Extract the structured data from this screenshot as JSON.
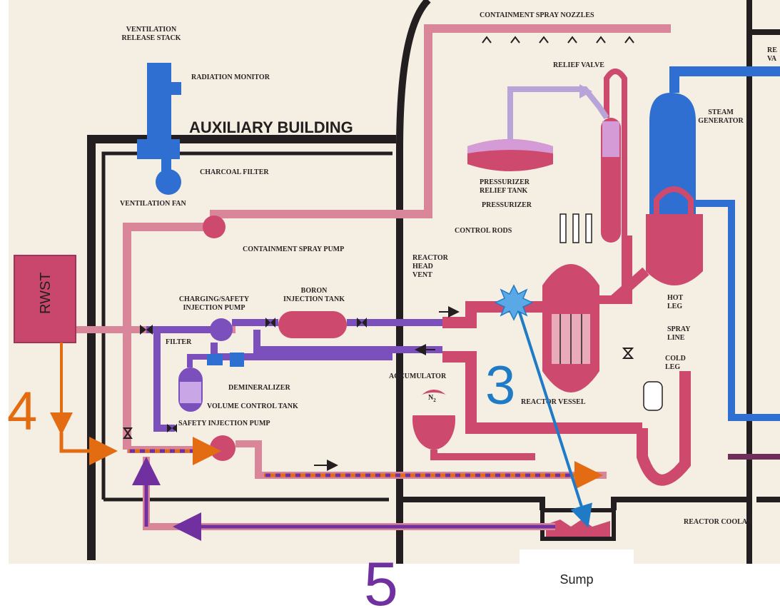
{
  "labels": {
    "ventilation_release_stack": [
      "VENTILATION",
      "RELEASE STACK"
    ],
    "radiation_monitor": "RADIATION MONITOR",
    "auxiliary_building": "AUXILIARY BUILDING",
    "charcoal_filter": "CHARCOAL FILTER",
    "ventilation_fan": "VENTILATION FAN",
    "containment_spray_nozzles": "CONTAINMENT SPRAY NOZZLES",
    "relief_valve": "RELIEF VALVE",
    "relief_valve_right_partial": [
      "RE",
      "VA"
    ],
    "steam_generator": [
      "STEAM",
      "GENERATOR"
    ],
    "pressurizer_relief_tank": [
      "PRESSURIZER",
      "RELIEF TANK"
    ],
    "pressurizer": "PRESSURIZER",
    "control_rods": "CONTROL RODS",
    "containment_spray_pump": "CONTAINMENT SPRAY PUMP",
    "reactor_head_vent": [
      "REACTOR",
      "HEAD",
      "VENT"
    ],
    "charging_safety_injection_pump": [
      "CHARGING/SAFETY",
      "INJECTION PUMP"
    ],
    "boron_injection_tank": [
      "BORON",
      "INJECTION TANK"
    ],
    "hot_leg": [
      "HOT",
      "LEG"
    ],
    "spray_line": [
      "SPRAY",
      "LINE"
    ],
    "cold_leg": [
      "COLD",
      "LEG"
    ],
    "filter": "FILTER",
    "accumulator": "ACCUMULATOR",
    "n2": "N",
    "n2_subscript": "2",
    "demineralizer": "DEMINERALIZER",
    "volume_control_tank": "VOLUME CONTROL TANK",
    "reactor_vessel": "REACTOR VESSEL",
    "safety_injection_pump": "SAFETY INJECTION PUMP",
    "reactor_coolant": "REACTOR COOLAN"
  },
  "overlay": {
    "rwst": "RWST",
    "step_3": "3",
    "step_4": "4",
    "step_5": "5",
    "sump": "Sump"
  },
  "colors": {
    "building_wall": "#231f20",
    "coolant_pink": "#cd4a6e",
    "pipe_pink": "#d9869a",
    "pipe_purple": "#7b4fbc",
    "steam_blue": "#2f6fd1",
    "rwst_tank": "#c9466c",
    "path_orange": "#e36c12",
    "path_purple": "#7030a0",
    "path_blue": "#1f7bc6",
    "break_star": "#5aa9e6"
  }
}
